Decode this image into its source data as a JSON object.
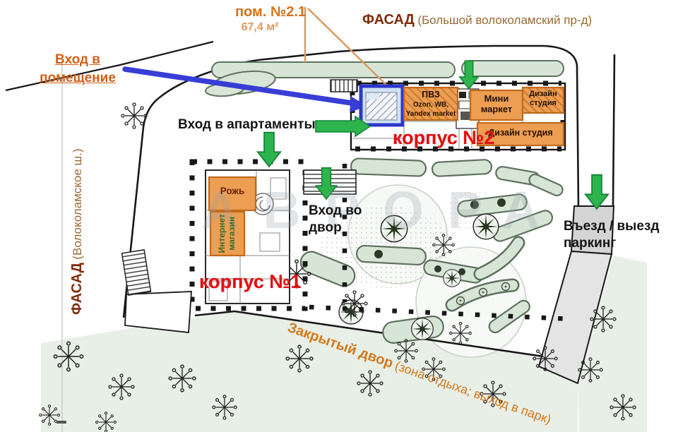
{
  "labels": {
    "unit_name": "пом. №2.1",
    "unit_area": "67,4 м²",
    "facade_top_bold": "ФАСАД",
    "facade_top_rest": "(Большой волоколамский пр-д)",
    "facade_left_bold": "ФАСАД",
    "facade_left_rest": "(Волоколамское ш.)",
    "entrance_room": "Вход в помещение",
    "entrance_apartments": "Вход в апартаменты",
    "entrance_yard": "Вход во двор",
    "parking": "Въезд / выезд паркинг",
    "yard_bold": "Закрытый двор",
    "yard_rest": "(зона отдыха; выход в парк)"
  },
  "buildings": {
    "korpus1": {
      "label": "корпус №1",
      "tenants": [
        {
          "label": "Рожь"
        },
        {
          "label": "Интернет магазин"
        }
      ]
    },
    "korpus2": {
      "label": "корпус №2",
      "tenants": [
        {
          "label": "ПВЗ",
          "detail": "Ozon, WB, Yandex market"
        },
        {
          "label": "Мини маркет"
        },
        {
          "label": "Дизайн студия"
        },
        {
          "label": "Дизайн студия"
        }
      ]
    }
  },
  "watermark": "АВРОРА",
  "colors": {
    "annotation_orange": "#d4711c",
    "korpus_red": "#e01212",
    "arrow_green": "#2db44c",
    "arrow_blue": "#383dd6",
    "facade_dark_red": "#7d2e0d",
    "room_fill_orange": "#ec9e52",
    "hedge_green": "#d7e5d7"
  }
}
